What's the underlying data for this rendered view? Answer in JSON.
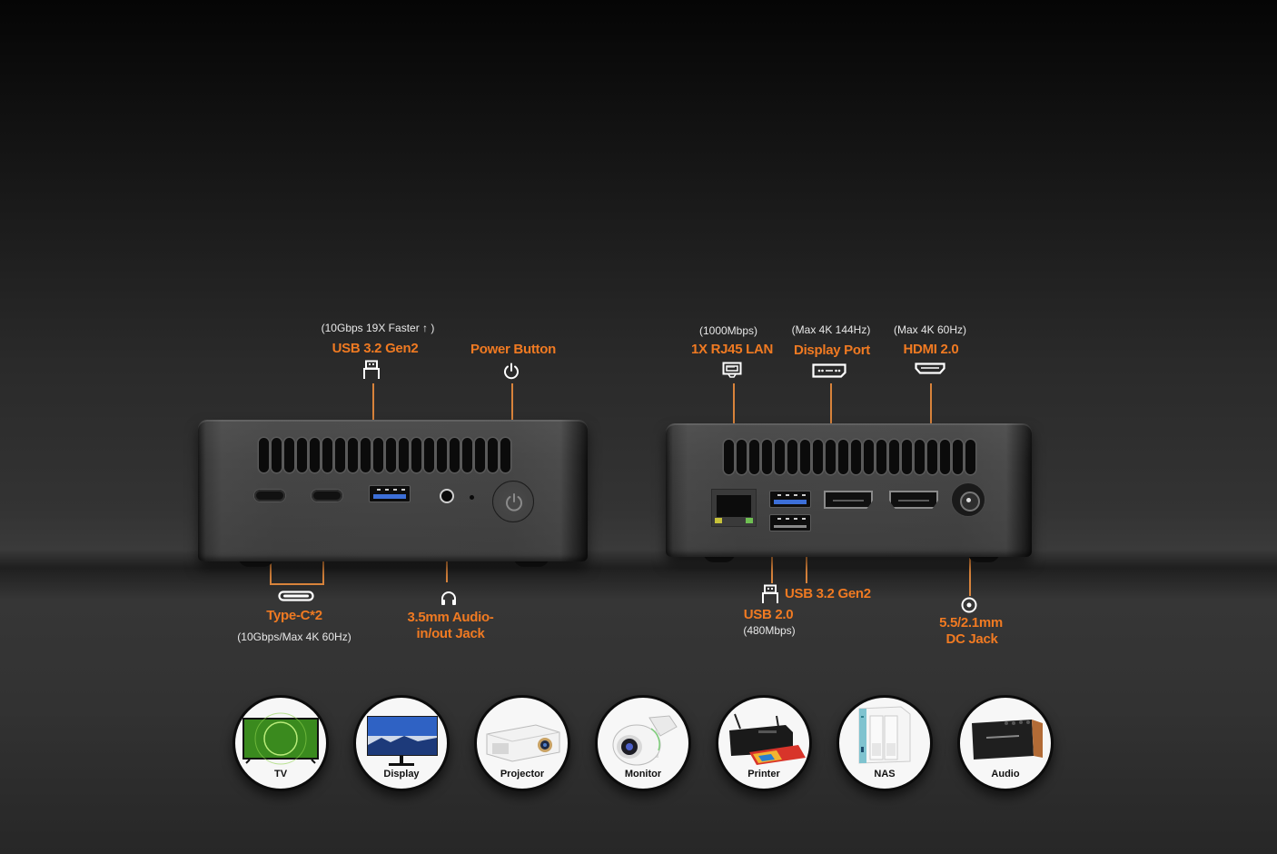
{
  "colors": {
    "accent_orange": "#f07a22",
    "leader_line": "#d8833b",
    "spec_text": "#e8e8e8",
    "background_top": "#050505",
    "background_bottom": "#2a2a2a"
  },
  "front_panel": {
    "usb32": {
      "spec": "(10Gbps  19X Faster ↑ )",
      "label": "USB 3.2 Gen2",
      "icon": "usb-a-icon"
    },
    "power": {
      "label": "Power Button",
      "icon": "power-icon"
    },
    "typec": {
      "label": "Type-C*2",
      "spec": "(10Gbps/Max 4K 60Hz)",
      "icon": "usb-c-icon"
    },
    "audio": {
      "label_line1": "3.5mm Audio-",
      "label_line2": "in/out Jack",
      "icon": "headphones-icon"
    }
  },
  "rear_panel": {
    "lan": {
      "spec": "(1000Mbps)",
      "label": "1X RJ45 LAN",
      "icon": "ethernet-icon"
    },
    "displayport": {
      "spec": "(Max 4K 144Hz)",
      "label": "Display Port",
      "icon": "displayport-icon"
    },
    "hdmi": {
      "spec": "(Max 4K 60Hz)",
      "label": "HDMI 2.0",
      "icon": "hdmi-icon"
    },
    "usb32": {
      "label": "USB 3.2 Gen2"
    },
    "usb20": {
      "label": "USB 2.0",
      "spec": "(480Mbps)",
      "icon": "usb-a-icon"
    },
    "dc": {
      "label_line1": "5.5/2.1mm",
      "label_line2": "DC Jack",
      "icon": "dc-jack-icon"
    }
  },
  "devices": [
    {
      "label": "TV",
      "icon": "tv-icon"
    },
    {
      "label": "Display",
      "icon": "display-icon"
    },
    {
      "label": "Projector",
      "icon": "projector-icon"
    },
    {
      "label": "Monitor",
      "icon": "security-camera-icon"
    },
    {
      "label": "Printer",
      "icon": "printer-icon"
    },
    {
      "label": "NAS",
      "icon": "nas-icon"
    },
    {
      "label": "Audio",
      "icon": "speaker-icon"
    }
  ]
}
